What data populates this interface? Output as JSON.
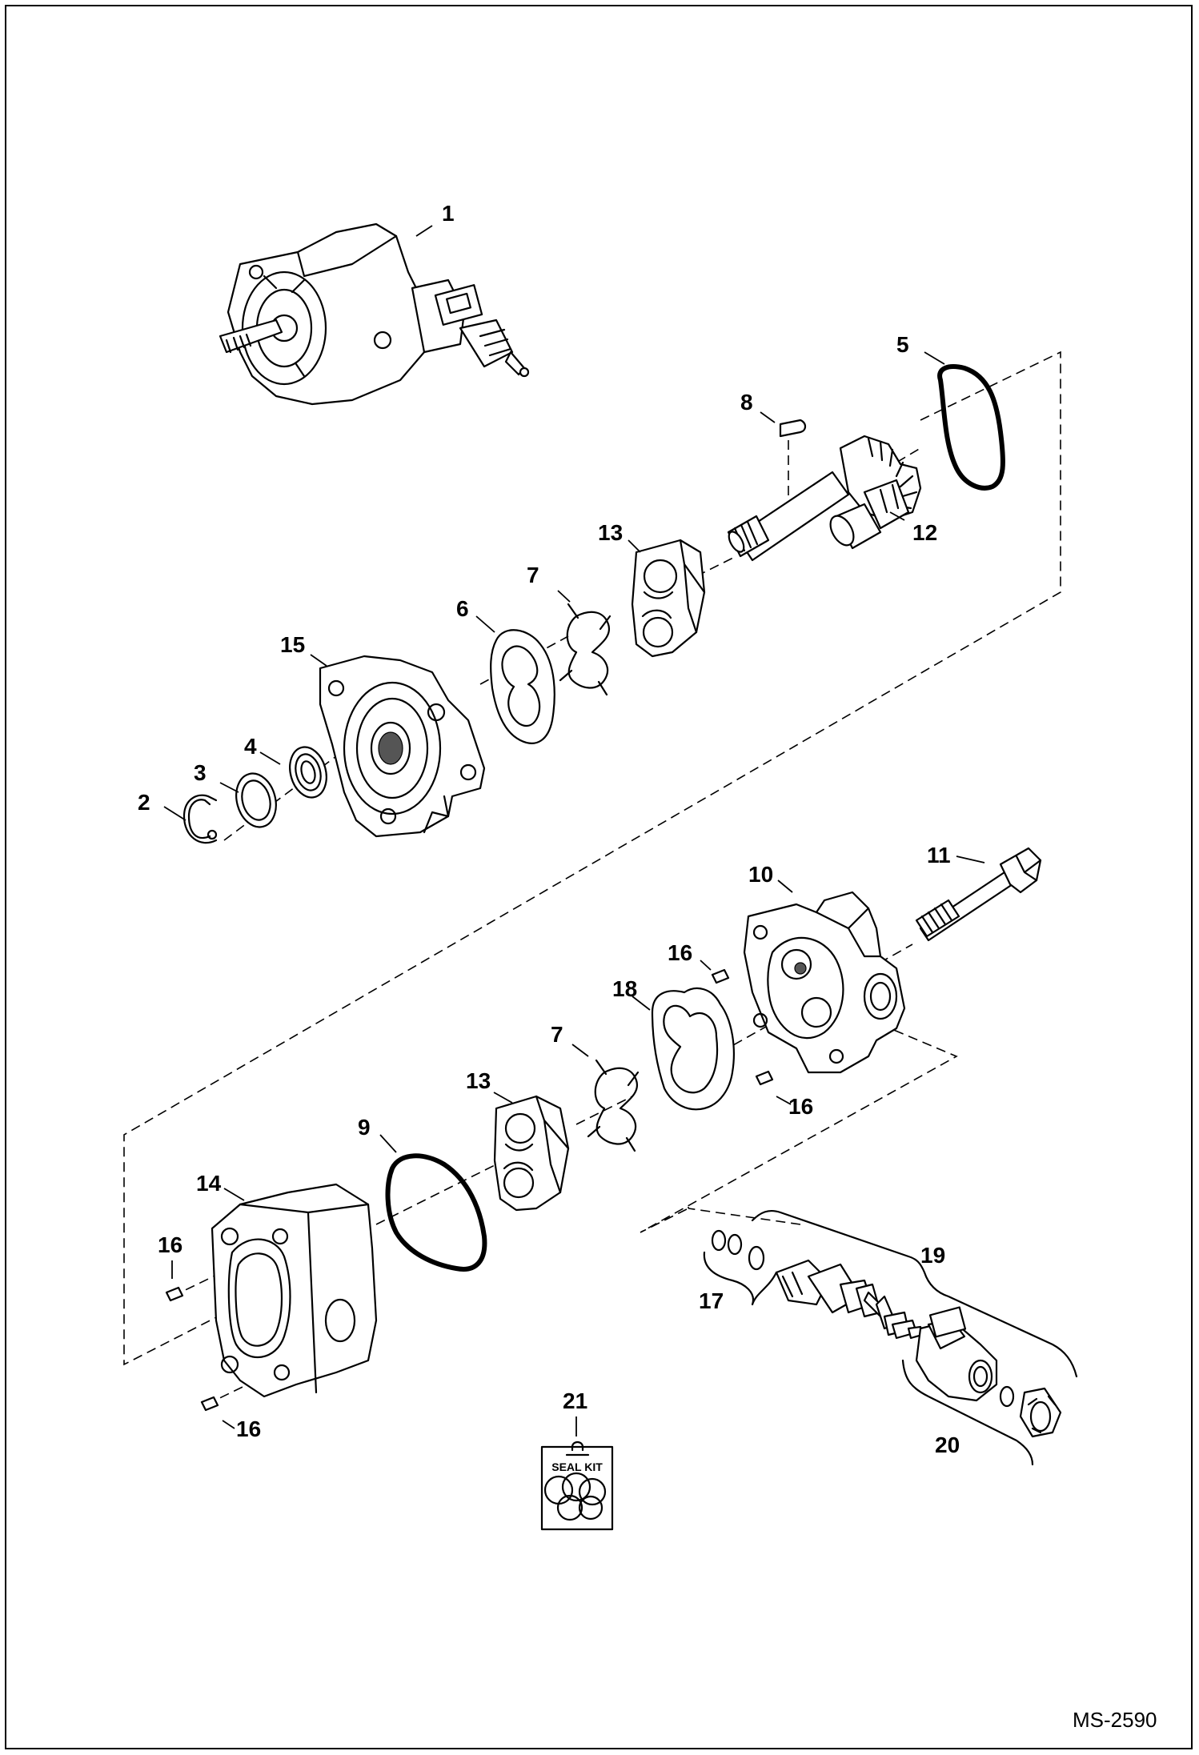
{
  "diagram": {
    "reference": "MS-2590",
    "kit_label": "SEAL KIT",
    "callouts": [
      {
        "id": "c1",
        "text": "1"
      },
      {
        "id": "c2",
        "text": "2"
      },
      {
        "id": "c3",
        "text": "3"
      },
      {
        "id": "c4",
        "text": "4"
      },
      {
        "id": "c5",
        "text": "5"
      },
      {
        "id": "c6",
        "text": "6"
      },
      {
        "id": "c7a",
        "text": "7"
      },
      {
        "id": "c7b",
        "text": "7"
      },
      {
        "id": "c8",
        "text": "8"
      },
      {
        "id": "c9",
        "text": "9"
      },
      {
        "id": "c10",
        "text": "10"
      },
      {
        "id": "c11",
        "text": "11"
      },
      {
        "id": "c12",
        "text": "12"
      },
      {
        "id": "c13a",
        "text": "13"
      },
      {
        "id": "c13b",
        "text": "13"
      },
      {
        "id": "c14",
        "text": "14"
      },
      {
        "id": "c15",
        "text": "15"
      },
      {
        "id": "c16a",
        "text": "16"
      },
      {
        "id": "c16b",
        "text": "16"
      },
      {
        "id": "c16c",
        "text": "16"
      },
      {
        "id": "c16d",
        "text": "16"
      },
      {
        "id": "c17",
        "text": "17"
      },
      {
        "id": "c18",
        "text": "18"
      },
      {
        "id": "c19",
        "text": "19"
      },
      {
        "id": "c20",
        "text": "20"
      },
      {
        "id": "c21",
        "text": "21"
      }
    ]
  }
}
